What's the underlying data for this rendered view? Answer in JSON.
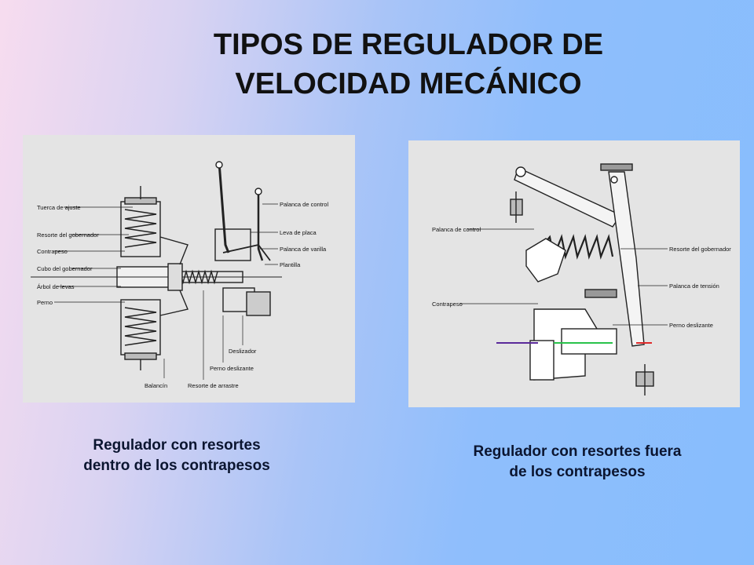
{
  "slide": {
    "title_line1": "TIPOS DE REGULADOR DE",
    "title_line2": "VELOCIDAD MECÁNICO"
  },
  "figure_left": {
    "labels": {
      "tuerca": "Tuerca de ajuste",
      "resorte": "Resorte del gobernador",
      "contrapeso": "Contrapeso",
      "cubo": "Cubo del gobernador",
      "arbol": "Árbol de levas",
      "perno": "Perno",
      "palanca_control": "Palanca de control",
      "leva": "Leva de placa",
      "palanca_varilla": "Palanca de varilla",
      "plantilla": "Plantilla",
      "deslizador": "Deslizador",
      "perno_deslizante": "Perno deslizante",
      "balancin": "Balancín",
      "resorte_arrastre": "Resorte de arrastre"
    },
    "caption_line1": "Regulador con resortes",
    "caption_line2": "dentro de los contrapesos"
  },
  "figure_right": {
    "labels": {
      "palanca_control": "Palanca de control",
      "resorte": "Resorte del gobernador",
      "palanca_tension": "Palanca de tensión",
      "contrapeso": "Contrapeso",
      "perno_deslizante": "Perno deslizante"
    },
    "caption_line1": "Regulador con resortes fuera",
    "caption_line2": "de los contrapesos"
  },
  "colors": {
    "shaft_purple": "#5a2a9a",
    "shaft_green": "#29c24a",
    "shaft_red": "#e02a2a"
  }
}
